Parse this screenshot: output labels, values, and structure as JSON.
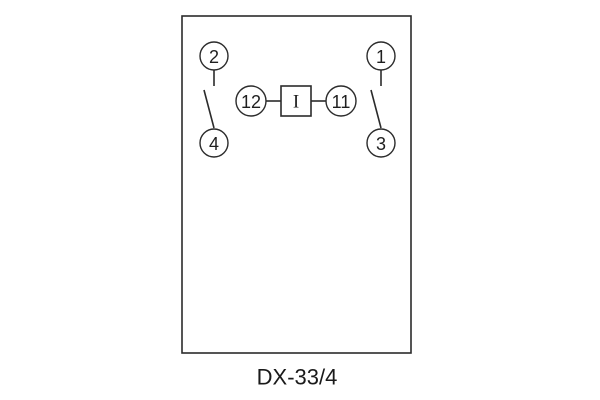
{
  "diagram": {
    "model": "DX-33/4",
    "coil_label": "I",
    "terminals": {
      "t1": "1",
      "t2": "2",
      "t3": "3",
      "t4": "4",
      "t11": "11",
      "t12": "12"
    }
  },
  "colors": {
    "line": "#2b2b2b",
    "text": "#1f1f1f",
    "background": "#ffffff"
  }
}
